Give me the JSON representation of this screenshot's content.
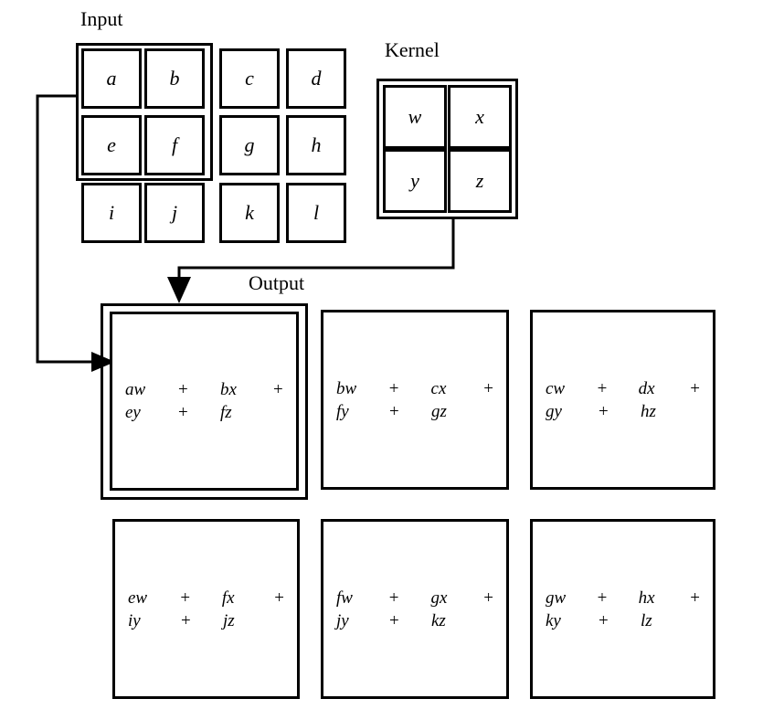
{
  "figure": {
    "title_input": "Input",
    "title_kernel": "Kernel",
    "title_output": "Output",
    "stroke_color": "#000000",
    "background_color": "#ffffff"
  },
  "input_grid": {
    "label": "Input",
    "rows": 3,
    "cols": 4,
    "cells": [
      [
        "a",
        "b",
        "c",
        "d"
      ],
      [
        "e",
        "f",
        "g",
        "h"
      ],
      [
        "i",
        "j",
        "k",
        "l"
      ]
    ],
    "highlight": {
      "rows": [
        0,
        1
      ],
      "cols": [
        0,
        1
      ],
      "cells": [
        "a",
        "b",
        "e",
        "f"
      ]
    }
  },
  "kernel_grid": {
    "label": "Kernel",
    "rows": 2,
    "cols": 2,
    "cells": [
      [
        "w",
        "x"
      ],
      [
        "y",
        "z"
      ]
    ]
  },
  "output_grid": {
    "label": "Output",
    "rows": 2,
    "cols": 3,
    "highlight_index": 0,
    "cells": [
      {
        "id": "out-0-0",
        "line1": [
          {
            "term": "aw"
          },
          {
            "op": "+"
          },
          {
            "term": "bx"
          },
          {
            "op": "+"
          }
        ],
        "line2": [
          {
            "term": "ey"
          },
          {
            "op": "+"
          },
          {
            "term": "fz"
          }
        ],
        "text": "aw + bx + ey + fz"
      },
      {
        "id": "out-0-1",
        "line1": [
          {
            "term": "bw"
          },
          {
            "op": "+"
          },
          {
            "term": "cx"
          },
          {
            "op": "+"
          }
        ],
        "line2": [
          {
            "term": "fy"
          },
          {
            "op": "+"
          },
          {
            "term": "gz"
          }
        ],
        "text": "bw + cx + fy + gz"
      },
      {
        "id": "out-0-2",
        "line1": [
          {
            "term": "cw"
          },
          {
            "op": "+"
          },
          {
            "term": "dx"
          },
          {
            "op": "+"
          }
        ],
        "line2": [
          {
            "term": "gy"
          },
          {
            "op": "+"
          },
          {
            "term": "hz"
          }
        ],
        "text": "cw + dx + gy + hz"
      },
      {
        "id": "out-1-0",
        "line1": [
          {
            "term": "ew"
          },
          {
            "op": "+"
          },
          {
            "term": "fx"
          },
          {
            "op": "+"
          }
        ],
        "line2": [
          {
            "term": "iy"
          },
          {
            "op": "+"
          },
          {
            "term": "jz"
          }
        ],
        "text": "ew + fx + iy + jz"
      },
      {
        "id": "out-1-1",
        "line1": [
          {
            "term": "fw"
          },
          {
            "op": "+"
          },
          {
            "term": "gx"
          },
          {
            "op": "+"
          }
        ],
        "line2": [
          {
            "term": "jy"
          },
          {
            "op": "+"
          },
          {
            "term": "kz"
          }
        ],
        "text": "fw + gx + jy + kz"
      },
      {
        "id": "out-1-2",
        "line1": [
          {
            "term": "gw"
          },
          {
            "op": "+"
          },
          {
            "term": "hx"
          },
          {
            "op": "+"
          }
        ],
        "line2": [
          {
            "term": "ky"
          },
          {
            "op": "+"
          },
          {
            "term": "lz"
          }
        ],
        "text": "gw + hx + ky + lz"
      }
    ]
  },
  "connectors": [
    {
      "name": "input-to-output",
      "from": "input-highlight",
      "to": "output-cell-0",
      "arrowhead": "right"
    },
    {
      "name": "kernel-to-output",
      "from": "kernel",
      "to": "output-cell-0",
      "arrowhead": "down"
    }
  ]
}
